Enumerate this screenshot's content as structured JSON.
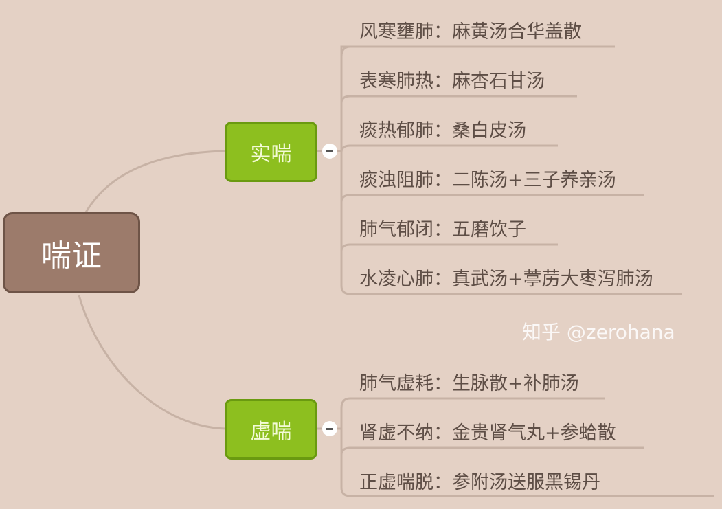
{
  "root": {
    "label": "喘证"
  },
  "branches": [
    {
      "label": "实喘",
      "items": [
        "风寒壅肺：麻黄汤合华盖散",
        "表寒肺热：麻杏石甘汤",
        "痰热郁肺：桑白皮汤",
        "痰浊阻肺：二陈汤+三子养亲汤",
        "肺气郁闭：五磨饮子",
        "水凌心肺：真武汤+葶苈大枣泻肺汤"
      ]
    },
    {
      "label": "虚喘",
      "items": [
        "肺气虚耗：生脉散+补肺汤",
        "肾虚不纳：金贵肾气丸+参蛤散",
        "正虚喘脱：参附汤送服黑锡丹"
      ]
    }
  ],
  "watermark": "知乎 @zerohana",
  "colors": {
    "background": "#e4d1c5",
    "root": "#9c7b6b",
    "branch": "#8dbf1f",
    "line": "#c8b3a6"
  }
}
